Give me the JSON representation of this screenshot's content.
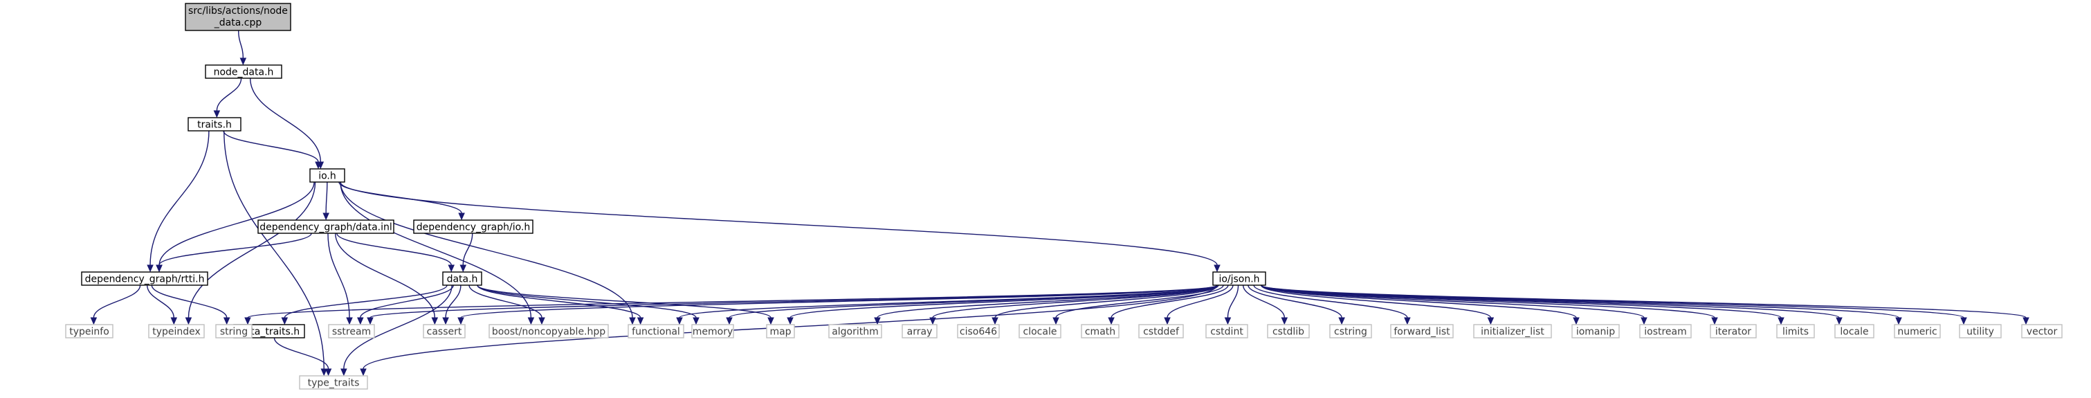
{
  "graph": {
    "nodes": [
      {
        "id": "root",
        "lines": [
          "src/libs/actions/node",
          "_data.cpp"
        ],
        "style": "root"
      },
      {
        "id": "node_data_h",
        "lines": [
          "node_data.h"
        ],
        "style": "solid"
      },
      {
        "id": "traits_h",
        "lines": [
          "traits.h"
        ],
        "style": "solid"
      },
      {
        "id": "io_h",
        "lines": [
          "io.h"
        ],
        "style": "solid"
      },
      {
        "id": "dg_data_inl",
        "lines": [
          "dependency_graph/data.inl"
        ],
        "style": "solid"
      },
      {
        "id": "dg_io_h",
        "lines": [
          "dependency_graph/io.h"
        ],
        "style": "solid"
      },
      {
        "id": "dg_rtti_h",
        "lines": [
          "dependency_graph/rtti.h"
        ],
        "style": "solid"
      },
      {
        "id": "data_h",
        "lines": [
          "data.h"
        ],
        "style": "solid"
      },
      {
        "id": "io_json_h",
        "lines": [
          "io/json.h"
        ],
        "style": "solid"
      },
      {
        "id": "data_traits_h",
        "lines": [
          "data_traits.h"
        ],
        "style": "solid"
      },
      {
        "id": "typeinfo",
        "lines": [
          "typeinfo"
        ],
        "style": "sys"
      },
      {
        "id": "typeindex",
        "lines": [
          "typeindex"
        ],
        "style": "sys"
      },
      {
        "id": "string",
        "lines": [
          "string"
        ],
        "style": "sys"
      },
      {
        "id": "sstream",
        "lines": [
          "sstream"
        ],
        "style": "sys"
      },
      {
        "id": "cassert",
        "lines": [
          "cassert"
        ],
        "style": "sys"
      },
      {
        "id": "boost_noncopyable",
        "lines": [
          "boost/noncopyable.hpp"
        ],
        "style": "sys"
      },
      {
        "id": "functional",
        "lines": [
          "functional"
        ],
        "style": "sys"
      },
      {
        "id": "memory",
        "lines": [
          "memory"
        ],
        "style": "sys"
      },
      {
        "id": "map",
        "lines": [
          "map"
        ],
        "style": "sys"
      },
      {
        "id": "algorithm",
        "lines": [
          "algorithm"
        ],
        "style": "sys"
      },
      {
        "id": "array",
        "lines": [
          "array"
        ],
        "style": "sys"
      },
      {
        "id": "ciso646",
        "lines": [
          "ciso646"
        ],
        "style": "sys"
      },
      {
        "id": "clocale",
        "lines": [
          "clocale"
        ],
        "style": "sys"
      },
      {
        "id": "cmath",
        "lines": [
          "cmath"
        ],
        "style": "sys"
      },
      {
        "id": "cstddef",
        "lines": [
          "cstddef"
        ],
        "style": "sys"
      },
      {
        "id": "cstdint",
        "lines": [
          "cstdint"
        ],
        "style": "sys"
      },
      {
        "id": "cstdlib",
        "lines": [
          "cstdlib"
        ],
        "style": "sys"
      },
      {
        "id": "cstring",
        "lines": [
          "cstring"
        ],
        "style": "sys"
      },
      {
        "id": "forward_list",
        "lines": [
          "forward_list"
        ],
        "style": "sys"
      },
      {
        "id": "initializer_list",
        "lines": [
          "initializer_list"
        ],
        "style": "sys"
      },
      {
        "id": "iomanip",
        "lines": [
          "iomanip"
        ],
        "style": "sys"
      },
      {
        "id": "iostream",
        "lines": [
          "iostream"
        ],
        "style": "sys"
      },
      {
        "id": "iterator",
        "lines": [
          "iterator"
        ],
        "style": "sys"
      },
      {
        "id": "limits",
        "lines": [
          "limits"
        ],
        "style": "sys"
      },
      {
        "id": "locale",
        "lines": [
          "locale"
        ],
        "style": "sys"
      },
      {
        "id": "numeric",
        "lines": [
          "numeric"
        ],
        "style": "sys"
      },
      {
        "id": "utility",
        "lines": [
          "utility"
        ],
        "style": "sys"
      },
      {
        "id": "vector",
        "lines": [
          "vector"
        ],
        "style": "sys"
      },
      {
        "id": "type_traits",
        "lines": [
          "type_traits"
        ],
        "style": "sys"
      }
    ],
    "edges": [
      [
        "root",
        "node_data_h"
      ],
      [
        "node_data_h",
        "traits_h"
      ],
      [
        "node_data_h",
        "io_h"
      ],
      [
        "traits_h",
        "io_h"
      ],
      [
        "traits_h",
        "dg_rtti_h"
      ],
      [
        "traits_h",
        "type_traits"
      ],
      [
        "io_h",
        "dg_data_inl"
      ],
      [
        "io_h",
        "dg_io_h"
      ],
      [
        "io_h",
        "dg_rtti_h"
      ],
      [
        "io_h",
        "io_json_h"
      ],
      [
        "io_h",
        "typeindex"
      ],
      [
        "io_h",
        "boost_noncopyable"
      ],
      [
        "io_h",
        "functional"
      ],
      [
        "dg_data_inl",
        "dg_rtti_h"
      ],
      [
        "dg_data_inl",
        "data_h"
      ],
      [
        "dg_data_inl",
        "sstream"
      ],
      [
        "dg_data_inl",
        "cassert"
      ],
      [
        "dg_io_h",
        "data_h"
      ],
      [
        "dg_rtti_h",
        "typeinfo"
      ],
      [
        "dg_rtti_h",
        "typeindex"
      ],
      [
        "dg_rtti_h",
        "string"
      ],
      [
        "data_h",
        "data_traits_h"
      ],
      [
        "data_h",
        "type_traits"
      ],
      [
        "data_h",
        "sstream"
      ],
      [
        "data_h",
        "cassert"
      ],
      [
        "data_h",
        "boost_noncopyable"
      ],
      [
        "data_h",
        "functional"
      ],
      [
        "data_h",
        "memory"
      ],
      [
        "data_h",
        "map"
      ],
      [
        "data_traits_h",
        "type_traits"
      ],
      [
        "io_json_h",
        "string"
      ],
      [
        "io_json_h",
        "sstream"
      ],
      [
        "io_json_h",
        "cassert"
      ],
      [
        "io_json_h",
        "functional"
      ],
      [
        "io_json_h",
        "memory"
      ],
      [
        "io_json_h",
        "map"
      ],
      [
        "io_json_h",
        "algorithm"
      ],
      [
        "io_json_h",
        "array"
      ],
      [
        "io_json_h",
        "ciso646"
      ],
      [
        "io_json_h",
        "clocale"
      ],
      [
        "io_json_h",
        "cmath"
      ],
      [
        "io_json_h",
        "cstddef"
      ],
      [
        "io_json_h",
        "cstdint"
      ],
      [
        "io_json_h",
        "cstdlib"
      ],
      [
        "io_json_h",
        "cstring"
      ],
      [
        "io_json_h",
        "forward_list"
      ],
      [
        "io_json_h",
        "initializer_list"
      ],
      [
        "io_json_h",
        "iomanip"
      ],
      [
        "io_json_h",
        "iostream"
      ],
      [
        "io_json_h",
        "iterator"
      ],
      [
        "io_json_h",
        "limits"
      ],
      [
        "io_json_h",
        "locale"
      ],
      [
        "io_json_h",
        "numeric"
      ],
      [
        "io_json_h",
        "utility"
      ],
      [
        "io_json_h",
        "vector"
      ],
      [
        "io_json_h",
        "type_traits"
      ]
    ]
  },
  "colors": {
    "edge": "#191970",
    "root_fill": "#bfbfbf",
    "solid_border": "#000000",
    "system_border": "#bfbfbf",
    "system_text": "#404040"
  }
}
